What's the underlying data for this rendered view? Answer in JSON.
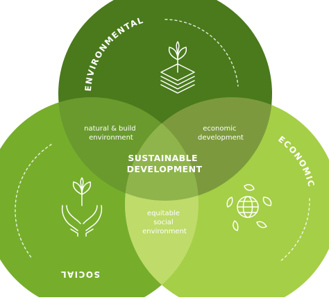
{
  "diagram": {
    "circles": {
      "environmental": {
        "title": "ENVIRONMENTAL",
        "color": "#4a7a1c"
      },
      "social": {
        "title": "SOCIAL",
        "color": "#76ae2c"
      },
      "economic": {
        "title": "ECONOMIC",
        "color": "#a5cf47"
      }
    },
    "overlaps": {
      "environmental_social": [
        "natural & build",
        "environment"
      ],
      "environmental_economic": [
        "economic",
        "development"
      ],
      "social_economic": [
        "equitable",
        "social",
        "environment"
      ]
    },
    "center": [
      "SUSTAINABLE",
      "DEVELOPMENT"
    ],
    "icons": {
      "environmental": "layered-plant-icon",
      "social": "hands-with-plant-icon",
      "economic": "globe-with-leaves-icon"
    },
    "colors": {
      "env_social_overlap": "#6a9a2e",
      "env_econ_overlap": "#7c9a3d",
      "social_econ_overlap": "#bfdb6a",
      "center_overlap": "#8fb44c"
    }
  }
}
